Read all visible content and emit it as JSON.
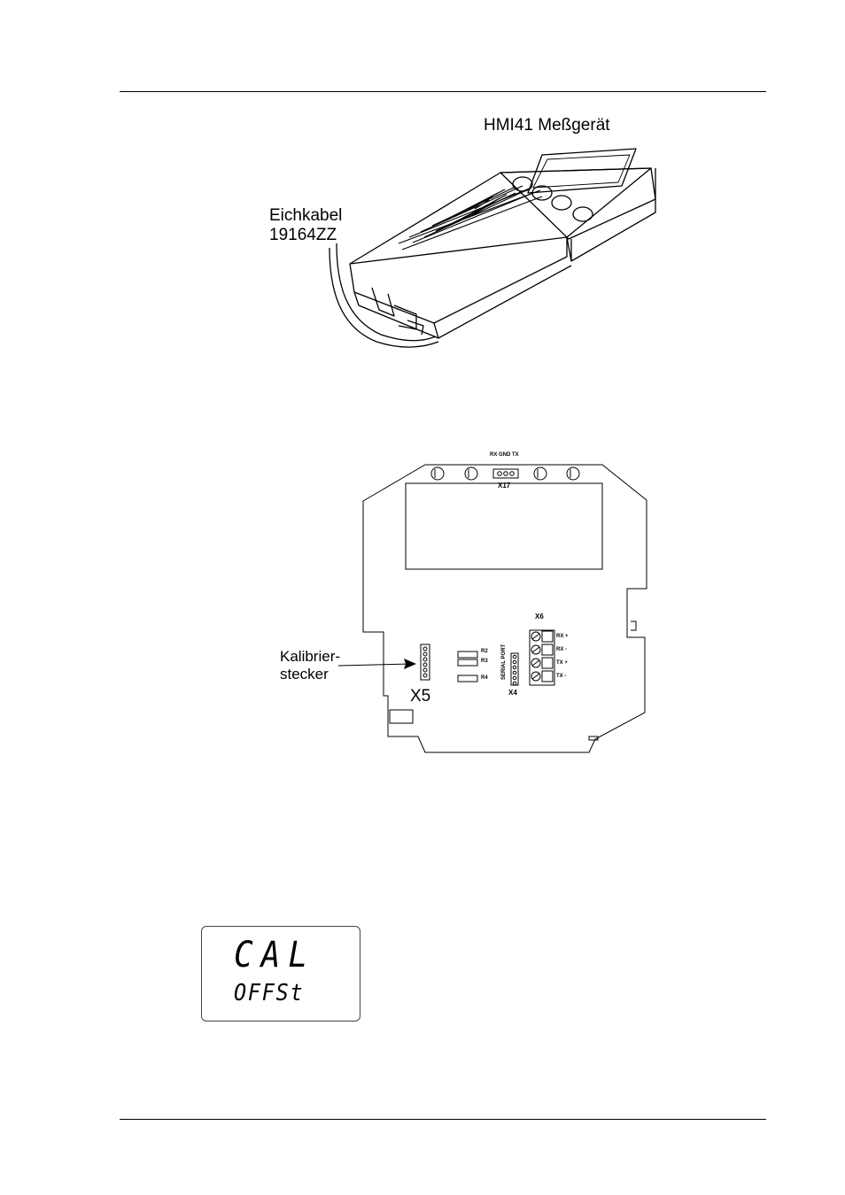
{
  "figure1": {
    "device_label": "HMI41 Meßgerät",
    "cable_label_line1": "Eichkabel",
    "cable_label_line2": "19164ZZ"
  },
  "figure2": {
    "pin_header_label": "RX GND TX",
    "x17_label": "X17",
    "x6_label": "X6",
    "rx_plus": "RX +",
    "rx_minus": "RX -",
    "tx_plus": "TX +",
    "tx_minus": "TX -",
    "r2": "R2",
    "r3": "R3",
    "r4": "R4",
    "serial_port": "SERIAL PORT",
    "x4_label": "X4",
    "x5_label": "X5",
    "calib_line1": "Kalibrier-",
    "calib_line2": "stecker"
  },
  "display": {
    "line1": "CAL",
    "line2": "OFFSt"
  }
}
